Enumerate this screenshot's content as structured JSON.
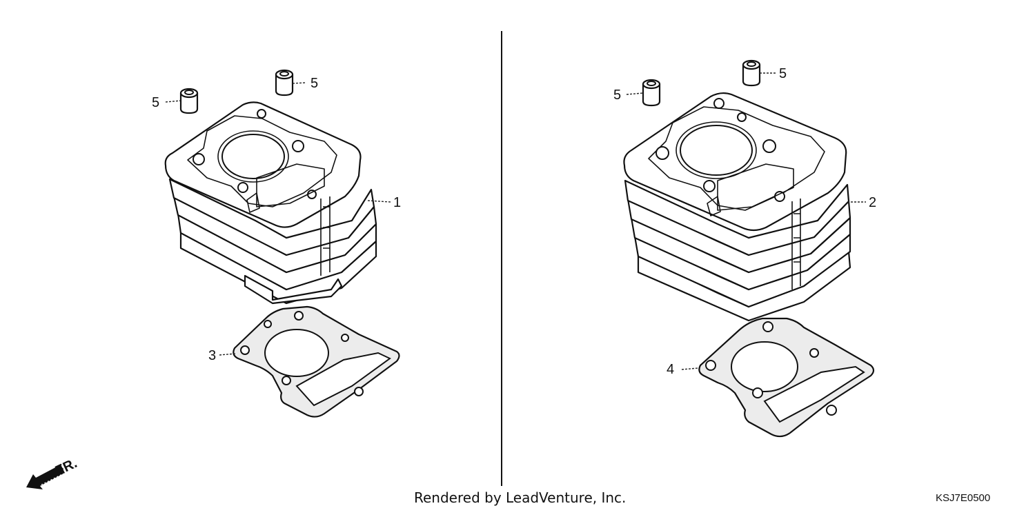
{
  "callouts": {
    "left_cylinder": "1",
    "right_cylinder": "2",
    "left_gasket": "3",
    "right_gasket": "4",
    "left_dowel_a": "5",
    "left_dowel_b": "5",
    "right_dowel_a": "5",
    "right_dowel_b": "5"
  },
  "direction_label": "FR.",
  "credit": "Rendered by LeadVenture, Inc.",
  "figure_code": "KSJ7E0500",
  "colors": {
    "line": "#111111",
    "gasket_fill": "#ececec",
    "background": "#ffffff"
  },
  "icons": {
    "direction": "front-arrow-icon"
  }
}
